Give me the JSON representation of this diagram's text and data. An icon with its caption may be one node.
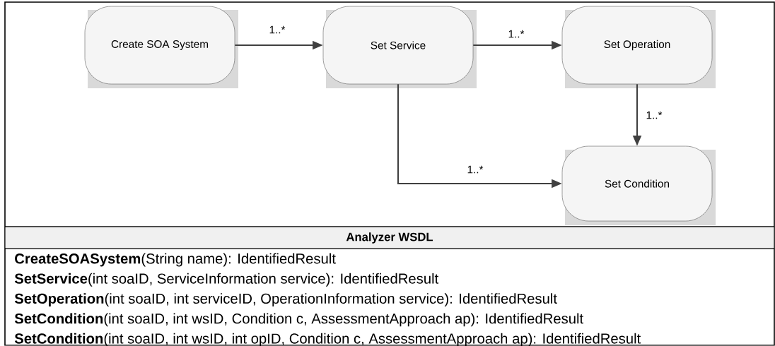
{
  "diagram": {
    "nodes": [
      {
        "text": [
          "Create SOA System"
        ]
      },
      {
        "text": [
          "Set Service"
        ]
      },
      {
        "text": [
          "Set Operation"
        ]
      },
      {
        "text": [
          "Set Condition"
        ]
      }
    ],
    "edges": [
      {
        "from": 0,
        "to": 1,
        "arrow": "to",
        "label": "1..*"
      },
      {
        "from": 1,
        "to": 2,
        "arrow": "to",
        "label": "1..*"
      },
      {
        "from": 2,
        "to": 3,
        "arrow": "to",
        "label": "1..*"
      },
      {
        "from": 1,
        "to": 3,
        "arrow": "to",
        "label": "1..*"
      }
    ],
    "labels": [
      "Analyzer WSDL",
      "**CreateSOASystem**(String name): IdentifiedResult",
      "**SetService**(int soaID, ServiceInformation service): IdentifiedResult",
      "**SetOperation**(int soaID, int serviceID, OperationInformation service):  IdentifiedResult",
      "**SetCondition**(int soaID, int wsID,  Condition c, AssessmentApproach  ap): IdentifiedResult",
      "**SetCondition**(int soaID, int wsID, int opID, Condition c, AssessmentApproach  ap): IdentifiedResult"
    ]
  }
}
